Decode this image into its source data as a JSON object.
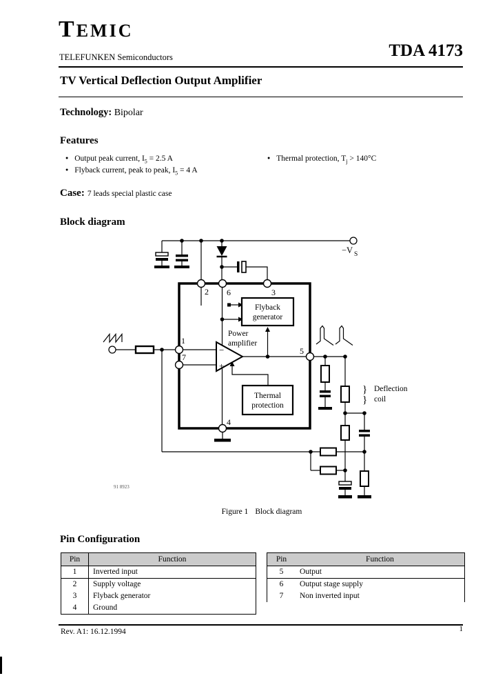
{
  "header": {
    "logo_t": "T",
    "logo_rest": "EMIC",
    "subtitle": "TELEFUNKEN Semiconductors",
    "part_number": "TDA 4173"
  },
  "title": "TV Vertical Deflection Output Amplifier",
  "technology": {
    "label": "Technology:",
    "value": "Bipolar"
  },
  "features": {
    "heading": "Features",
    "left": [
      {
        "pre": "Output peak current, I",
        "sub": "5",
        "post": " = 2.5 A"
      },
      {
        "pre": "Flyback current, peak to peak, I",
        "sub": "5",
        "post": " = 4 A"
      }
    ],
    "right": [
      {
        "pre": "Thermal protection, T",
        "sub": "j",
        "post": " > 140°C"
      }
    ]
  },
  "case": {
    "label": "Case:",
    "value": "7 leads special plastic case"
  },
  "block_diagram": {
    "heading": "Block diagram",
    "drawing_number": "91 8923",
    "caption_fig": "Figure 1",
    "caption_text": "Block diagram",
    "labels": {
      "supply": "−V",
      "supply_sub": "S",
      "pin1": "1",
      "pin2": "2",
      "pin3": "3",
      "pin4": "4",
      "pin5": "5",
      "pin6": "6",
      "pin7": "7",
      "flyback_1": "Flyback",
      "flyback_2": "generator",
      "power_1": "Power",
      "power_2": "amplifier",
      "thermal_1": "Thermal",
      "thermal_2": "protection",
      "coil_1": "Deflection",
      "coil_2": "coil",
      "brace": "}",
      "opamp_minus": "−",
      "opamp_plus": "+"
    }
  },
  "pin_configuration": {
    "heading": "Pin Configuration",
    "left_table": {
      "headers": [
        "Pin",
        "Function"
      ],
      "rows": [
        [
          "1",
          "Inverted input"
        ],
        [
          "2",
          "Supply voltage"
        ],
        [
          "3",
          "Flyback generator"
        ],
        [
          "4",
          "Ground"
        ]
      ]
    },
    "right_table": {
      "headers": [
        "Pin",
        "Function"
      ],
      "rows": [
        [
          "5",
          "Output"
        ],
        [
          "6",
          "Output stage supply"
        ],
        [
          "7",
          "Non inverted input"
        ]
      ]
    }
  },
  "footer": {
    "revision": "Rev. A1: 16.12.1994",
    "page": "1"
  }
}
